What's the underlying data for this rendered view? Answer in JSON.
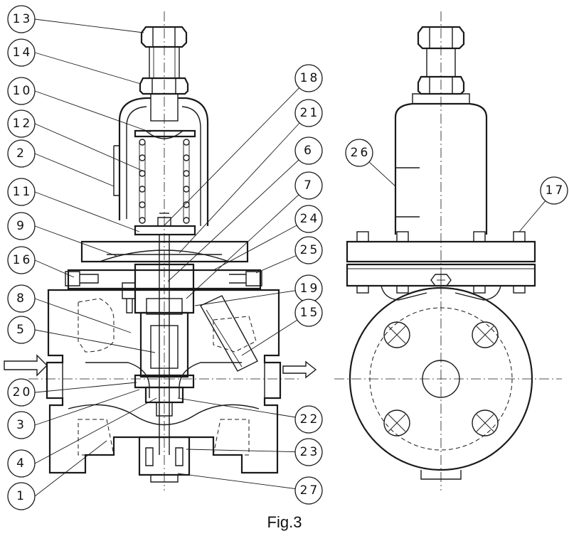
{
  "figure": {
    "caption": "Fig.3"
  },
  "callouts": [
    {
      "key": "13",
      "label": "13"
    },
    {
      "key": "14",
      "label": "14"
    },
    {
      "key": "10",
      "label": "10"
    },
    {
      "key": "12",
      "label": "12"
    },
    {
      "key": "2",
      "label": "2"
    },
    {
      "key": "11",
      "label": "11"
    },
    {
      "key": "9",
      "label": "9"
    },
    {
      "key": "16",
      "label": "16"
    },
    {
      "key": "8",
      "label": "8"
    },
    {
      "key": "5",
      "label": "5"
    },
    {
      "key": "20",
      "label": "20"
    },
    {
      "key": "3",
      "label": "3"
    },
    {
      "key": "4",
      "label": "4"
    },
    {
      "key": "1",
      "label": "1"
    },
    {
      "key": "18",
      "label": "18"
    },
    {
      "key": "21",
      "label": "21"
    },
    {
      "key": "6",
      "label": "6"
    },
    {
      "key": "7",
      "label": "7"
    },
    {
      "key": "24",
      "label": "24"
    },
    {
      "key": "25",
      "label": "25"
    },
    {
      "key": "19",
      "label": "19"
    },
    {
      "key": "15",
      "label": "15"
    },
    {
      "key": "22",
      "label": "22"
    },
    {
      "key": "23",
      "label": "23"
    },
    {
      "key": "27",
      "label": "27"
    },
    {
      "key": "26",
      "label": "26"
    },
    {
      "key": "17",
      "label": "17"
    }
  ]
}
